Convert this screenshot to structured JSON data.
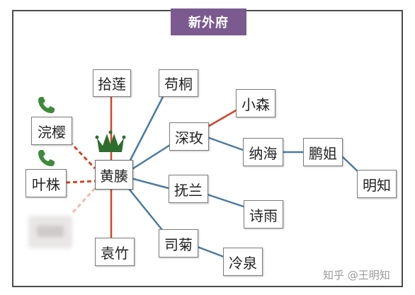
{
  "title": "新外府",
  "nodes": {
    "shilian": "拾莲",
    "goutong": "苟桐",
    "xiaosen": "小森",
    "shenmei": "深玫",
    "nahai": "纳海",
    "pengjie": "鹏姐",
    "mingzhi": "明知",
    "wanying": "浣樱",
    "yezhu": "叶株",
    "huangmo": "黄腠",
    "fulan": "抚兰",
    "shiyu": "诗雨",
    "siju": "司菊",
    "lengquan": "冷泉",
    "yuanzhu": "袁竹"
  },
  "watermark": "知乎 @王明知",
  "colors": {
    "title_bg": "#7b5a8f",
    "blue_edge": "#4a7aa0",
    "red_edge": "#d0462a",
    "crown": "#2e6e2c",
    "phone": "#3f8a3a"
  },
  "icons": [
    "crown-icon",
    "phone-icon",
    "phone-icon"
  ]
}
